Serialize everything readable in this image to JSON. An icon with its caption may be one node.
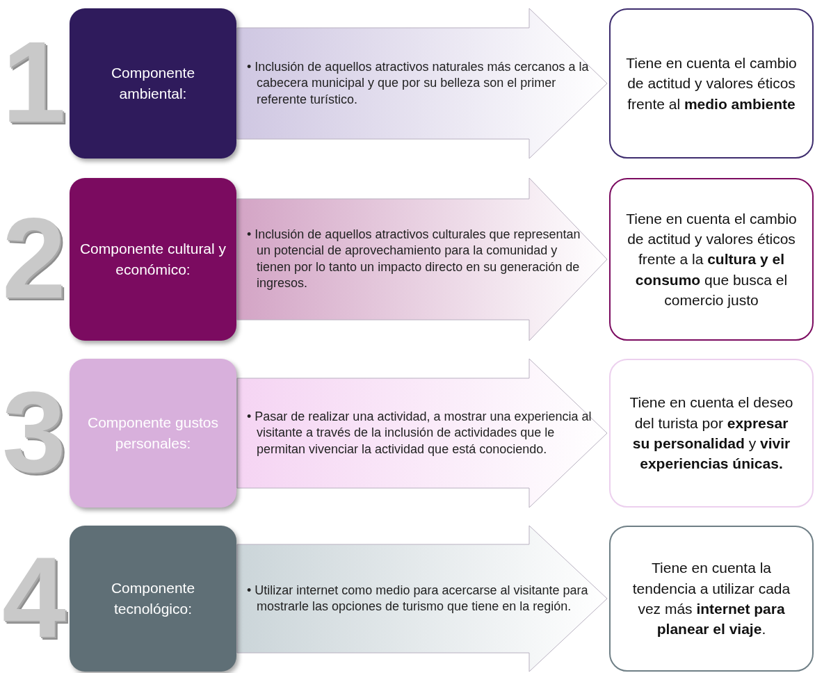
{
  "diagram": {
    "nodes": [
      {
        "text": [
          "Componente ambiental:"
        ],
        "beside": [
          "1"
        ]
      },
      {
        "text": [
          "• Inclusión de aquellos atractivos naturales más cercanos a la cabecera municipal y que por su belleza son el primer referente turístico."
        ]
      },
      {
        "text": [
          "Tiene en cuenta el cambio de actitud y valores éticos frente al **medio ambiente**"
        ]
      },
      {
        "text": [
          "Componente cultural y económico:"
        ],
        "beside": [
          "2"
        ]
      },
      {
        "text": [
          "• Inclusión de aquellos atractivos culturales que representan un potencial de aprovechamiento para la comunidad y tienen por lo tanto un impacto directo en su generación de ingresos."
        ]
      },
      {
        "text": [
          "Tiene en cuenta el cambio de actitud y valores éticos frente a la **cultura y el consumo** que busca el comercio justo"
        ]
      },
      {
        "text": [
          "Componente gustos personales:"
        ],
        "beside": [
          "3"
        ]
      },
      {
        "text": [
          "• Pasar de realizar una actividad, a mostrar una experiencia al visitante a través de la inclusión de actividades que le permitan vivenciar la actividad que está conociendo."
        ]
      },
      {
        "text": [
          "Tiene en cuenta el deseo del turista por **expresar su personalidad** y **vivir experiencias únicas.**"
        ]
      },
      {
        "text": [
          "Componente tecnológico:"
        ],
        "beside": [
          "4"
        ]
      },
      {
        "text": [
          "• Utilizar internet como medio para acercarse al visitante para mostrarle las opciones de turismo que tiene en la región."
        ]
      },
      {
        "text": [
          "Tiene en cuenta la tendencia a utilizar cada vez más **internet para planear el viaje**."
        ]
      }
    ]
  }
}
